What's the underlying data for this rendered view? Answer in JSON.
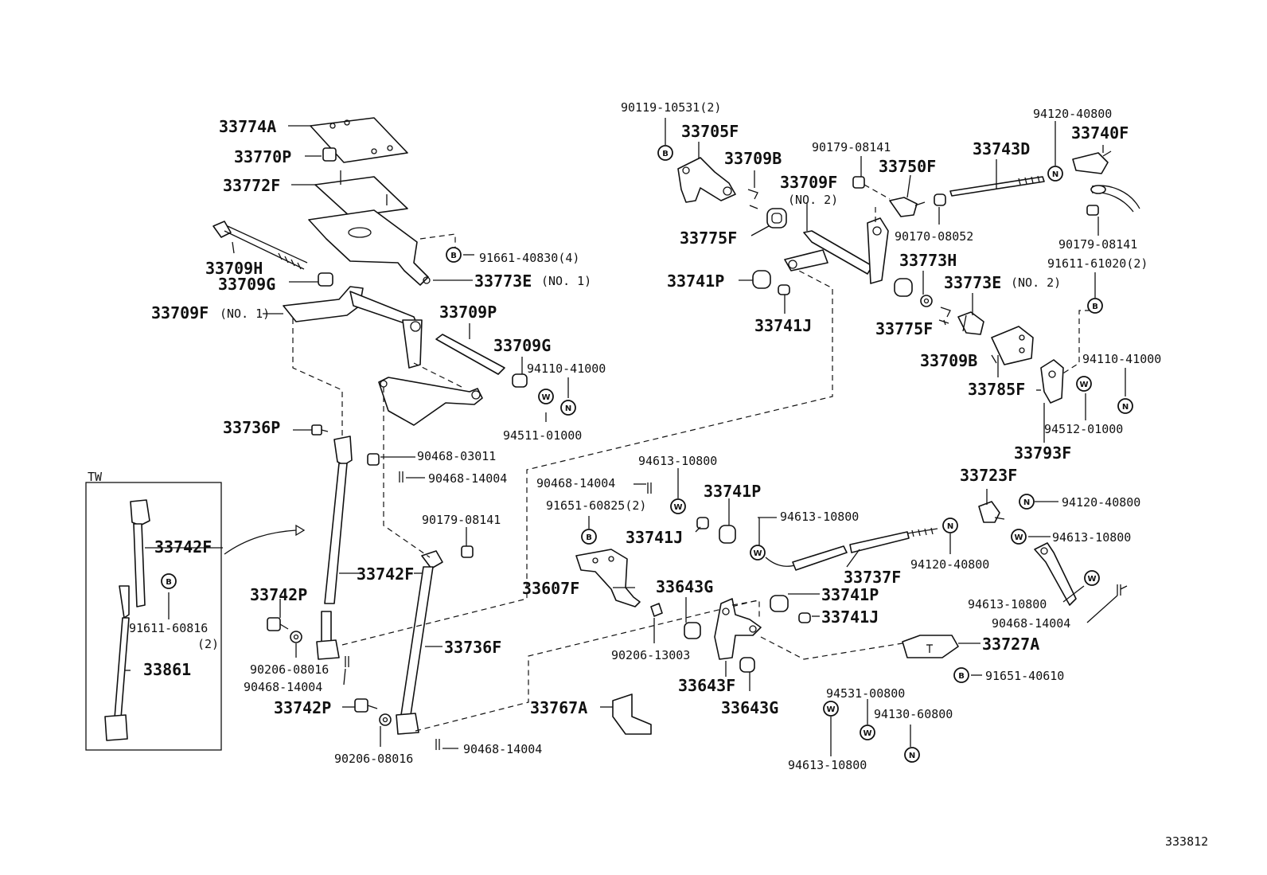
{
  "diagram_id": "333812",
  "inset_title": "TW",
  "labels": {
    "l33774A": "33774A",
    "l33770P": "33770P",
    "l33772F": "33772F",
    "l33709H": "33709H",
    "l33709G_a": "33709G",
    "l33773E_1": "33773E",
    "l33773E_1_note": "(NO. 1)",
    "l91661": "91661-40830(4)",
    "l33709F_1": "33709F",
    "l33709F_1_note": "(NO. 1)",
    "l33709P": "33709P",
    "l33709G_b": "33709G",
    "l94110_a": "94110-41000",
    "l94511": "94511-01000",
    "l33736P": "33736P",
    "l90468_03011": "90468-03011",
    "l90468_a": "90468-14004",
    "l33742F_inset": "33742F",
    "l91611_60816": "91611-60816",
    "l91611_60816_qty": "(2)",
    "l33861": "33861",
    "l33742F": "33742F",
    "l33742P_a": "33742P",
    "l90206_a": "90206-08016",
    "l90468_b": "90468-14004",
    "l33742P_b": "33742P",
    "l90206_b": "90206-08016",
    "l90468_c": "90468-14004",
    "l90179_a": "90179-08141",
    "l33736F": "33736F",
    "l90119": "90119-10531(2)",
    "l33705F": "33705F",
    "l33709B_a": "33709B",
    "l33709F_2": "33709F",
    "l33709F_2_note": "(NO. 2)",
    "l33775F_a": "33775F",
    "l33741P_a": "33741P",
    "l33741J_a": "33741J",
    "l90179_b": "90179-08141",
    "l33750F": "33750F",
    "l33743D": "33743D",
    "l94120_a": "94120-40800",
    "l33740F": "33740F",
    "l90170": "90170-08052",
    "l90179_c": "90179-08141",
    "l91611_61020": "91611-61020(2)",
    "l33773H": "33773H",
    "l33773E_2": "33773E",
    "l33773E_2_note": "(NO. 2)",
    "l33775F_b": "33775F",
    "l33709B_b": "33709B",
    "l33785F": "33785F",
    "l94110_b": "94110-41000",
    "l94512": "94512-01000",
    "l33793F": "33793F",
    "l94613_a": "94613-10800",
    "l90468_d": "90468-14004",
    "l91651_60825": "91651-60825(2)",
    "l33741P_b": "33741P",
    "l33741J_b": "33741J",
    "l94613_b": "94613-10800",
    "l33607F": "33607F",
    "l33643G_a": "33643G",
    "l33737F": "33737F",
    "l94120_b": "94120-40800",
    "l33741P_c": "33741P",
    "l33741J_c": "33741J",
    "l90206_13003": "90206-13003",
    "l33643F": "33643F",
    "l33643G_b": "33643G",
    "l33723F": "33723F",
    "l94120_c": "94120-40800",
    "l94613_c": "94613-10800",
    "l94613_d": "94613-10800",
    "l90468_e": "90468-14004",
    "l33727A": "33727A",
    "l91651_40610": "91651-40610",
    "l94531": "94531-00800",
    "l94130": "94130-60800",
    "l94613_e": "94613-10800",
    "l33767A": "33767A"
  },
  "symbols": {
    "bolt": "B",
    "nut": "N",
    "washer": "W"
  }
}
